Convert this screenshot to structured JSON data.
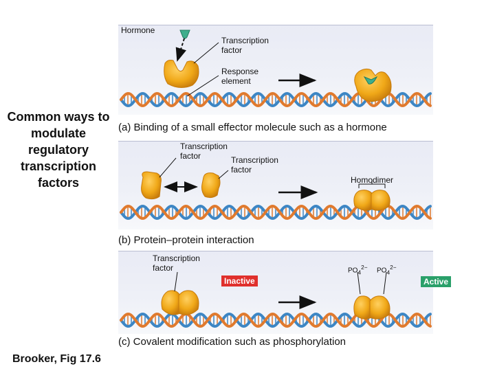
{
  "side_title": "Common ways to modulate regulatory transcription factors",
  "credit": "Brooker, Fig 17.6",
  "panel_a": {
    "hormone": "Hormone",
    "tf": "Transcription factor",
    "response": "Response element",
    "caption": "(a) Binding of a small effector molecule such as a hormone"
  },
  "panel_b": {
    "tf1": "Transcription factor",
    "tf2": "Transcription factor",
    "homodimer": "Homodimer",
    "caption": "(b) Protein–protein interaction"
  },
  "panel_c": {
    "tf": "Transcription factor",
    "inactive": "Inactive",
    "active": "Active",
    "po4": "PO",
    "po4_sub": "4",
    "po4_sup": "2−",
    "caption": "(c) Covalent modification such as phosphorylation"
  },
  "colors": {
    "protein": "#f0a818",
    "protein_dark": "#c67a0c",
    "dna_blue": "#3d86c4",
    "dna_orange": "#e07a2e",
    "hormone": "#3fae8c",
    "inactive_bg": "#e0302c",
    "active_bg": "#2aa06a"
  }
}
